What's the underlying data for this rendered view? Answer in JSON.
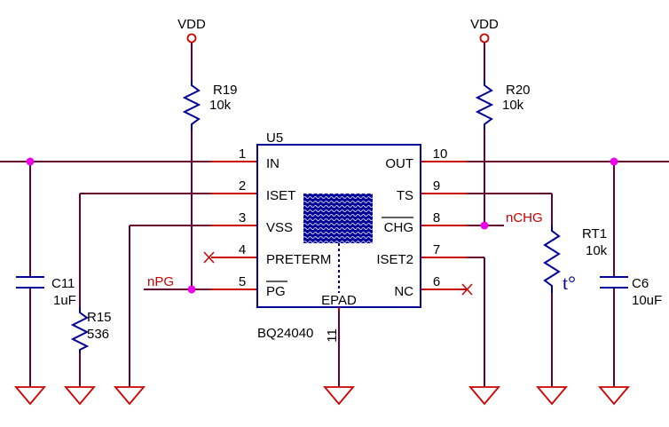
{
  "schematic": {
    "ic": {
      "ref": "U5",
      "part": "BQ24040",
      "pad_label": "EPAD",
      "pad_pin": "11",
      "left_pins": [
        {
          "num": "1",
          "name": "IN"
        },
        {
          "num": "2",
          "name": "ISET"
        },
        {
          "num": "3",
          "name": "VSS"
        },
        {
          "num": "4",
          "name": "PRETERM"
        },
        {
          "num": "5",
          "name": "PG"
        }
      ],
      "right_pins": [
        {
          "num": "10",
          "name": "OUT"
        },
        {
          "num": "9",
          "name": "TS"
        },
        {
          "num": "8",
          "name": "CHG"
        },
        {
          "num": "7",
          "name": "ISET2"
        },
        {
          "num": "6",
          "name": "NC"
        }
      ]
    },
    "power": {
      "vdd_left": "VDD",
      "vdd_right": "VDD"
    },
    "components": {
      "r19": {
        "ref": "R19",
        "value": "10k"
      },
      "r20": {
        "ref": "R20",
        "value": "10k"
      },
      "r15": {
        "ref": "R15",
        "value": "536"
      },
      "c11": {
        "ref": "C11",
        "value": "1uF"
      },
      "c6": {
        "ref": "C6",
        "value": "10uF"
      },
      "rt1": {
        "ref": "RT1",
        "value": "10k",
        "symbol": "t°"
      }
    },
    "nets": {
      "npg": "nPG",
      "nchg": "nCHG"
    },
    "colors": {
      "wire": "#660033",
      "pin": "#cc0000",
      "body": "#000099",
      "junction": "#ee00ee",
      "net_label": "#cc0000",
      "text": "#000000"
    }
  }
}
